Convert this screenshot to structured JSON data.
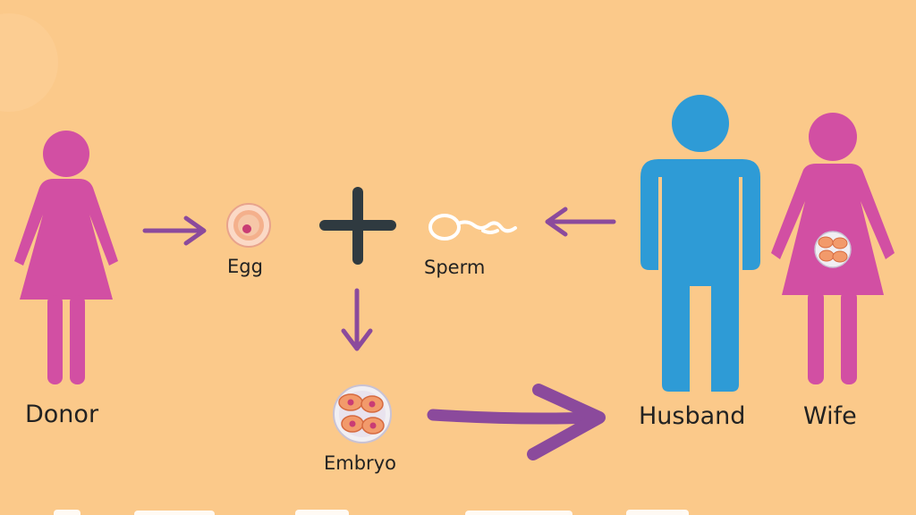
{
  "colors": {
    "background": "#FBC98A",
    "female_figure": "#D24FA3",
    "male_figure": "#2E9BD6",
    "arrow": "#8B4A9C",
    "plus_sign": "#2F3A40",
    "text": "#222222"
  },
  "labels": {
    "donor": "Donor",
    "egg": "Egg",
    "sperm": "Sperm",
    "embryo": "Embryo",
    "husband": "Husband",
    "wife": "Wife"
  },
  "icons": {
    "donor": "woman-icon",
    "husband": "man-icon",
    "wife": "pregnant-woman-icon",
    "egg": "egg-cell-icon",
    "sperm": "sperm-cell-icon",
    "embryo": "embryo-icon",
    "combine": "plus-icon"
  }
}
